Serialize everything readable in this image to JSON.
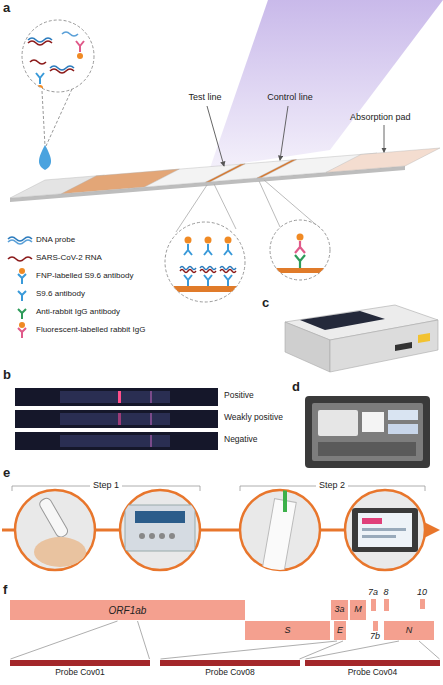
{
  "diagram": {
    "nodes": [
      {
        "text": [
          "ORF1ab"
        ]
      },
      {
        "text": [
          "S"
        ]
      },
      {
        "text": [
          "3a"
        ]
      },
      {
        "text": [
          "E"
        ]
      },
      {
        "text": [
          "M"
        ]
      },
      {
        "text": [
          "7a"
        ]
      },
      {
        "text": [
          "7b"
        ]
      },
      {
        "text": [
          "8"
        ]
      },
      {
        "text": [
          "N"
        ]
      },
      {
        "text": [
          "10"
        ]
      },
      {
        "text": [
          "Probe Cov01"
        ]
      },
      {
        "text": [
          "Probe Cov08"
        ]
      },
      {
        "text": [
          "Probe Cov04"
        ]
      }
    ],
    "edges": [
      {
        "from": 0,
        "to": 10,
        "arrow": "none"
      },
      {
        "from": 3,
        "to": 11,
        "arrow": "none"
      },
      {
        "from": 8,
        "to": 12,
        "arrow": "none"
      }
    ],
    "labels": [
      "a",
      "b",
      "c",
      "d",
      "e",
      "f",
      "Test line",
      "Control line",
      "Absorption pad",
      "Positive",
      "Weakly positive",
      "Negative",
      "Step 1",
      "Step 2"
    ],
    "legend": [
      {
        "text": "DNA probe"
      },
      {
        "text": "SARS-CoV-2 RNA"
      },
      {
        "text": "FNP-labelled S9.6 antibody"
      },
      {
        "text": "S9.6 antibody"
      },
      {
        "text": "Anti-rabbit IgG antibody"
      },
      {
        "text": "Fluorescent-labelled rabbit IgG"
      }
    ]
  }
}
